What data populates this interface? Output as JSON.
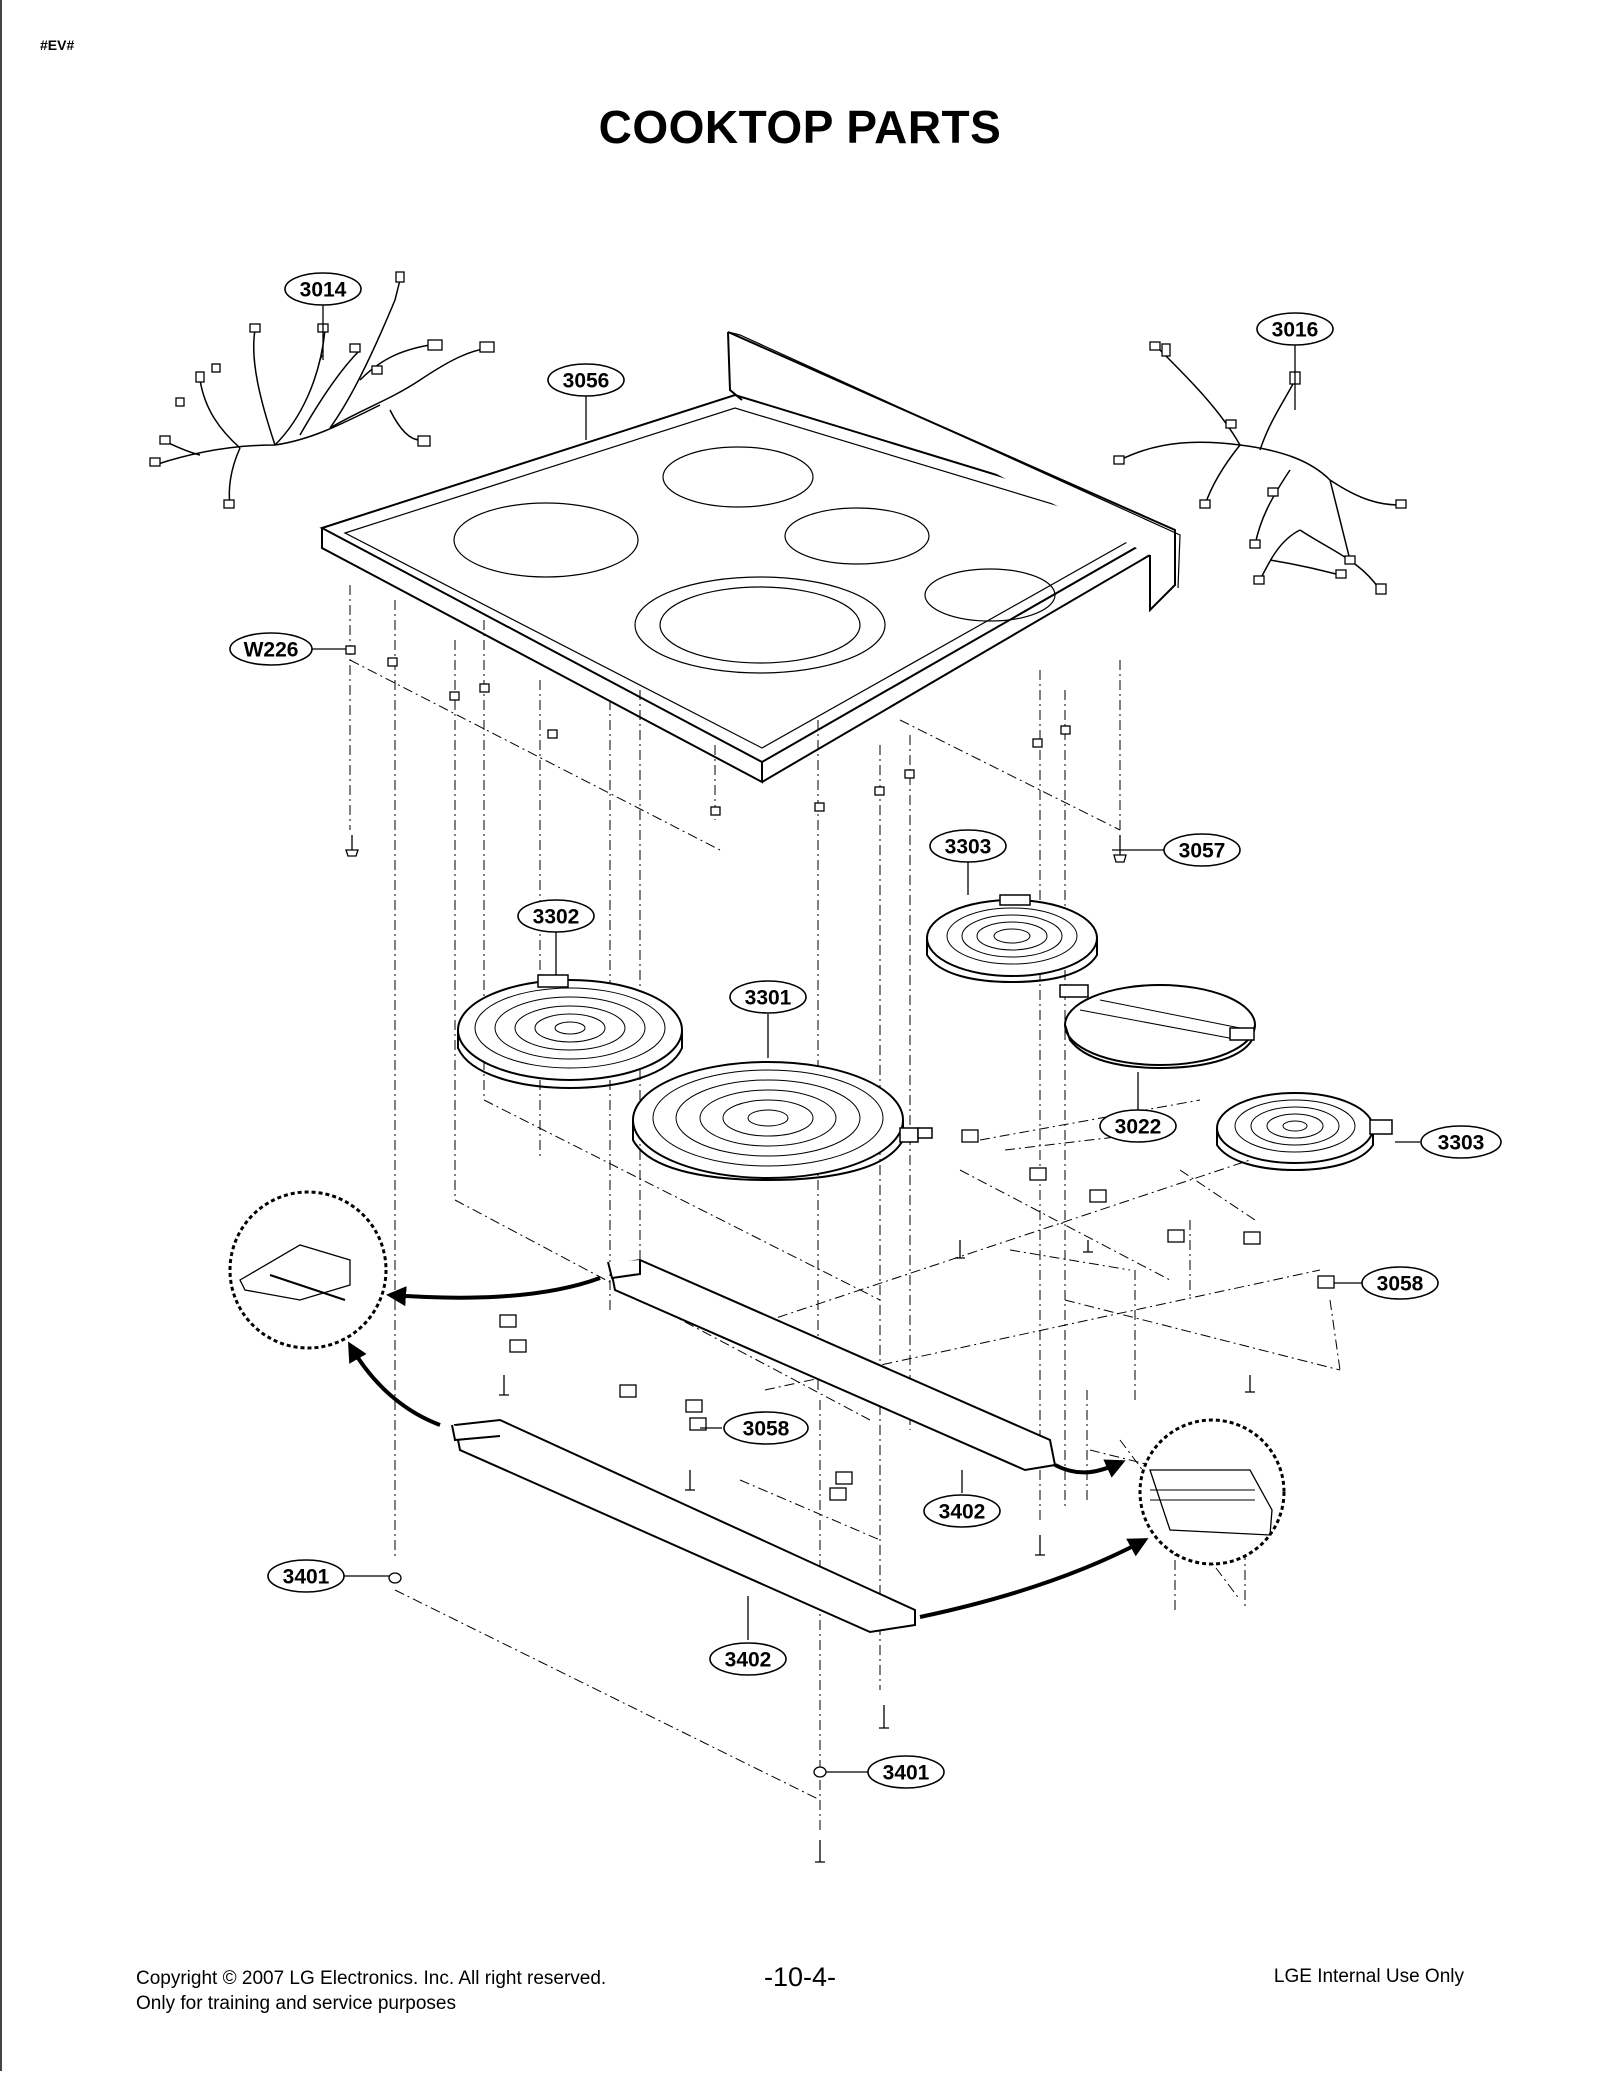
{
  "header": {
    "tag": "#EV#",
    "title": "COOKTOP PARTS"
  },
  "callouts": {
    "harness_left": "3014",
    "cooktop": "3056",
    "harness_right": "3016",
    "clip": "W226",
    "screw_top": "3057",
    "element_small": "3303",
    "element_dual": "3302",
    "element_triple": "3301",
    "element_bridge": "3022",
    "element_right": "3303",
    "bracket_right": "3058",
    "bracket_mid": "3058",
    "rail_upper": "3402",
    "rail_lower": "3402",
    "nut_left": "3401",
    "nut_bottom": "3401"
  },
  "footer": {
    "copyright_line1": "Copyright © 2007 LG Electronics. Inc. All right reserved.",
    "copyright_line2": "Only for training and service purposes",
    "page_number": "-10-4-",
    "internal": "LGE Internal Use Only"
  }
}
